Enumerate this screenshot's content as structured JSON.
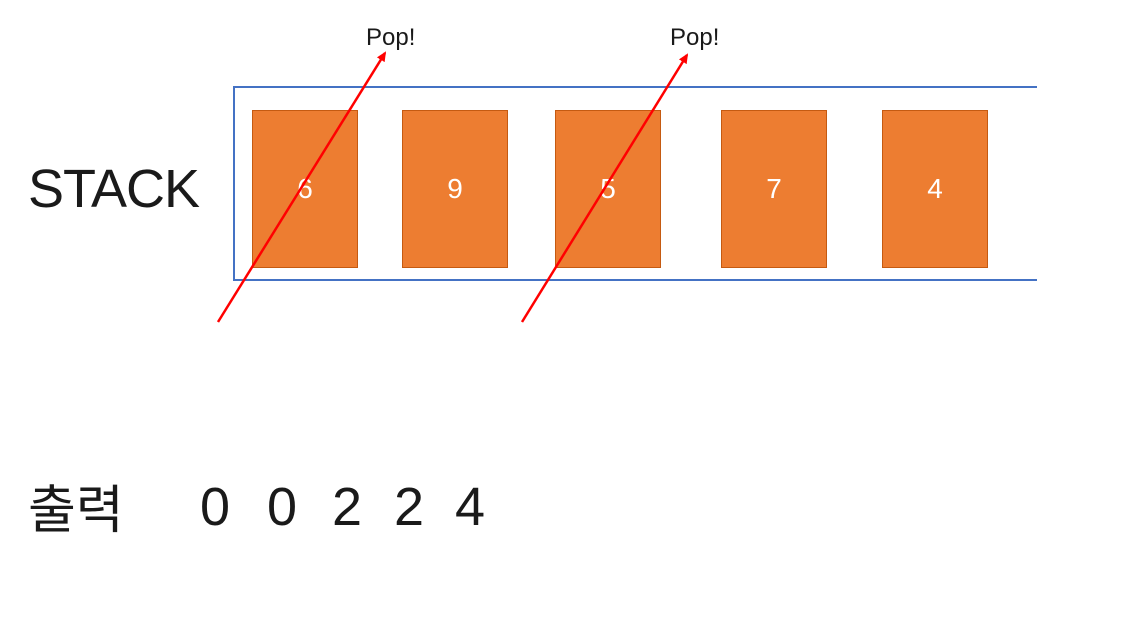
{
  "diagram": {
    "stack_label": "STACK",
    "boxes": [
      "6",
      "9",
      "5",
      "7",
      "4"
    ],
    "pops": [
      "Pop!",
      "Pop!"
    ],
    "popped_boxes": [
      "6",
      "5"
    ],
    "output": {
      "label": "출력",
      "values": [
        "0",
        "0",
        "2",
        "2",
        "4"
      ]
    },
    "colors": {
      "box_fill": "#ED7D31",
      "box_border": "#C55A11",
      "container_border": "#4472C4",
      "arrow": "#FF0000",
      "text": "#1a1a1a",
      "box_text": "#ffffff"
    }
  }
}
